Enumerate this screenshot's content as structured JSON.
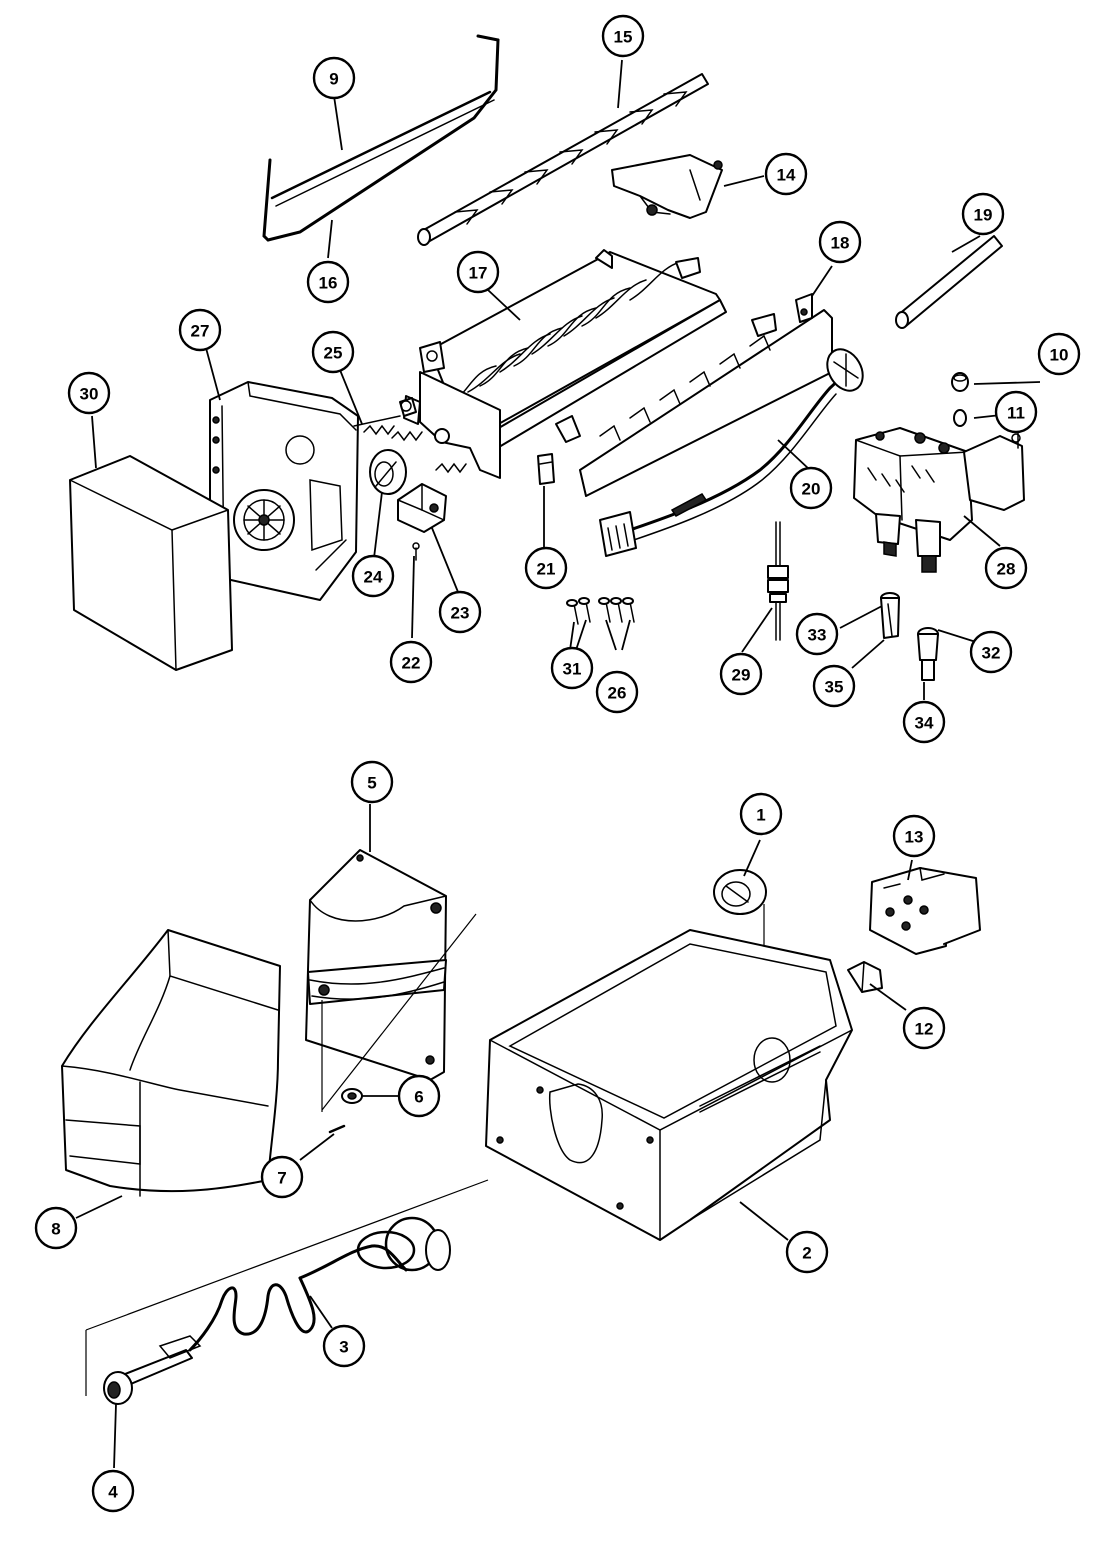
{
  "callouts": [
    {
      "id": "9",
      "label": "9"
    },
    {
      "id": "15",
      "label": "15"
    },
    {
      "id": "14",
      "label": "14"
    },
    {
      "id": "19",
      "label": "19"
    },
    {
      "id": "16",
      "label": "16"
    },
    {
      "id": "17",
      "label": "17"
    },
    {
      "id": "18",
      "label": "18"
    },
    {
      "id": "27",
      "label": "27"
    },
    {
      "id": "25",
      "label": "25"
    },
    {
      "id": "30",
      "label": "30"
    },
    {
      "id": "10",
      "label": "10"
    },
    {
      "id": "11",
      "label": "11"
    },
    {
      "id": "20",
      "label": "20"
    },
    {
      "id": "24",
      "label": "24"
    },
    {
      "id": "23",
      "label": "23"
    },
    {
      "id": "21",
      "label": "21"
    },
    {
      "id": "28",
      "label": "28"
    },
    {
      "id": "22",
      "label": "22"
    },
    {
      "id": "31",
      "label": "31"
    },
    {
      "id": "26",
      "label": "26"
    },
    {
      "id": "29",
      "label": "29"
    },
    {
      "id": "33",
      "label": "33"
    },
    {
      "id": "32",
      "label": "32"
    },
    {
      "id": "35",
      "label": "35"
    },
    {
      "id": "34",
      "label": "34"
    },
    {
      "id": "5",
      "label": "5"
    },
    {
      "id": "1",
      "label": "1"
    },
    {
      "id": "13",
      "label": "13"
    },
    {
      "id": "12",
      "label": "12"
    },
    {
      "id": "6",
      "label": "6"
    },
    {
      "id": "7",
      "label": "7"
    },
    {
      "id": "8",
      "label": "8"
    },
    {
      "id": "2",
      "label": "2"
    },
    {
      "id": "3",
      "label": "3"
    },
    {
      "id": "4",
      "label": "4"
    }
  ]
}
